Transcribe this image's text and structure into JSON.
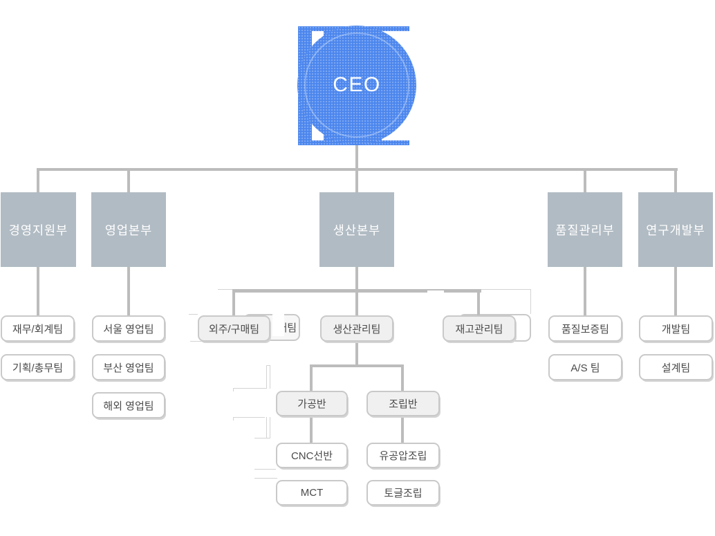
{
  "ceo": {
    "label": "CEO"
  },
  "departments": [
    {
      "label": "경영지원부",
      "teams": [
        "재무/회계팀",
        "기획/총무팀"
      ]
    },
    {
      "label": "영업본부",
      "teams": [
        "서울 영업팀",
        "부산 영업팀",
        "해외 영업팀"
      ]
    },
    {
      "label": "생산본부",
      "teams": [
        "외주/구매팀",
        "생산관리팀",
        "재고관리팀"
      ]
    },
    {
      "label": "품질관리부",
      "teams": [
        "품질보증팀",
        "A/S 팀"
      ]
    },
    {
      "label": "연구개발부",
      "teams": [
        "개발팀",
        "설계팀"
      ]
    }
  ],
  "production_sub": {
    "parent": "생산관리팀",
    "groups": [
      {
        "label": "가공반",
        "teams": [
          "CNC선반",
          "MCT"
        ]
      },
      {
        "label": "조립반",
        "teams": [
          "유공압조립",
          "토글조립"
        ]
      }
    ]
  },
  "artifacts": {
    "hidden_team_fragment": "매팀"
  },
  "colors": {
    "accent_blue": "#4b86ed",
    "dept_box": "#b1bbc3",
    "connector": "#bcbcbc",
    "team_border": "#c9c9c9",
    "team_gray_fill": "#f0f0f0"
  }
}
